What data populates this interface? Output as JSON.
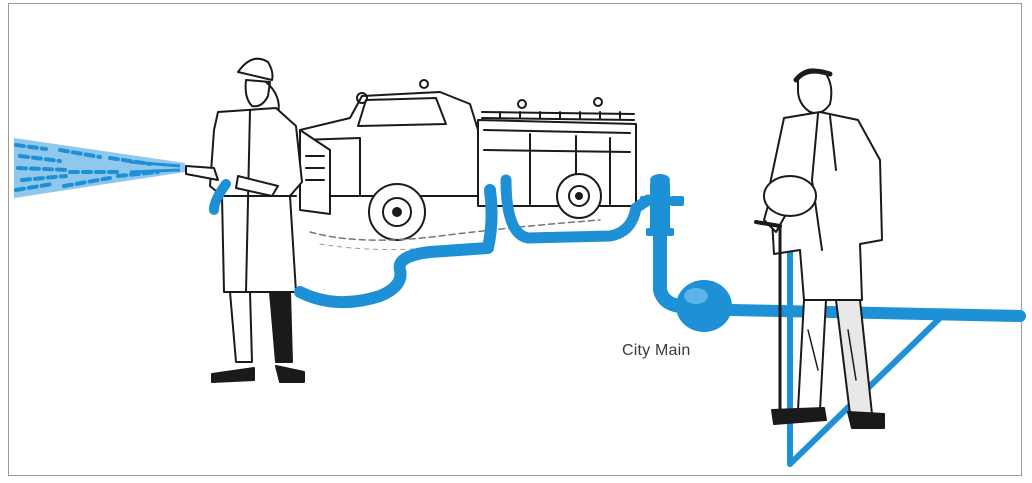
{
  "labels": {
    "city_main": "City Main"
  },
  "colors": {
    "pipe_blue": "#1e90d6",
    "line_black": "#1a1a1a",
    "frame_gray": "#9a9a9a",
    "label_gray": "#3a3a3a"
  },
  "icons": {
    "water_spray": "water-spray-icon",
    "firefighter": "firefighter-figure",
    "fire_truck": "fire-truck-illustration",
    "hydrant": "fire-hydrant-icon",
    "official": "city-official-figure",
    "valve": "gate-valve-icon"
  }
}
